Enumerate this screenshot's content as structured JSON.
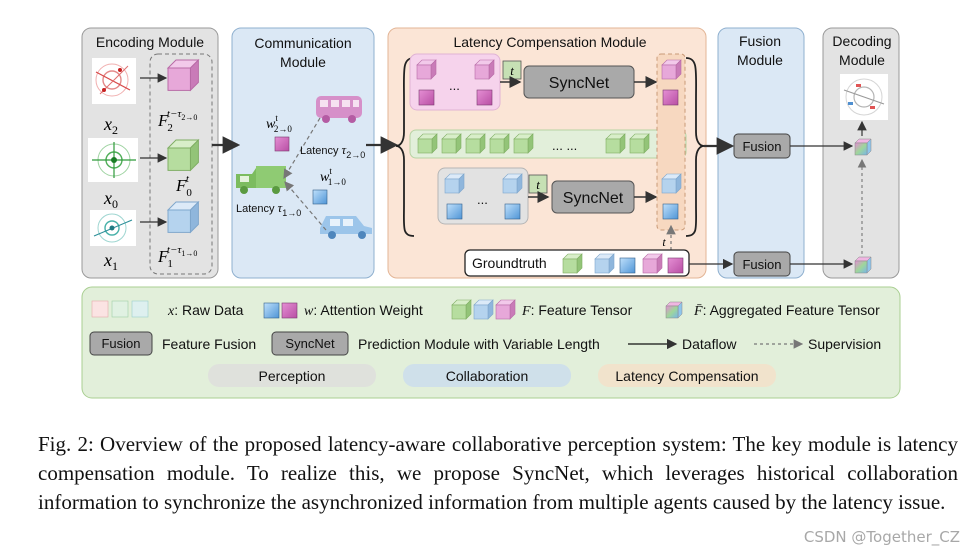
{
  "modules": {
    "encoding": "Encoding Module",
    "communication_line1": "Communication",
    "communication_line2": "Module",
    "latency_comp": "Latency Compensation Module",
    "fusion_line1": "Fusion",
    "fusion_line2": "Module",
    "decoding_line1": "Decoding",
    "decoding_line2": "Module"
  },
  "encoding": {
    "x2_base": "x",
    "x2_sub": "2",
    "x0_base": "x",
    "x0_sub": "0",
    "x1_base": "x",
    "x1_sub": "1",
    "f2_base": "F",
    "f2_sub": "2",
    "f2_sup": "t−τ",
    "f2_sup_sub": "2→0",
    "f0_base": "F",
    "f0_sub": "0",
    "f0_sup": "t",
    "f1_base": "F",
    "f1_sub": "1",
    "f1_sup": "t−τ",
    "f1_sup_sub": "1→0"
  },
  "communication": {
    "w2_base": "w",
    "w2_sup": "t",
    "w2_sub": "2→0",
    "w1_base": "w",
    "w1_sup": "t",
    "w1_sub": "1→0",
    "latency2_word": "Latency",
    "latency2_sym": "τ",
    "latency2_sub": "2→0",
    "latency1_word": "Latency",
    "latency1_sym": "τ",
    "latency1_sub": "1→0"
  },
  "latency_module": {
    "syncnet_label": "SyncNet",
    "ellipsis_short": "...",
    "ellipsis_long": "... ...",
    "t_label": "t",
    "groundtruth": "Groundtruth"
  },
  "fusion": {
    "fusion_label": "Fusion"
  },
  "legend": {
    "raw_data_sym": "x",
    "raw_data_text": ": Raw Data",
    "weight_sym": "w",
    "weight_text": ": Attention Weight",
    "feature_sym": "F",
    "feature_text": ": Feature Tensor",
    "agg_sym": "F̄",
    "agg_text": ": Aggregated Feature Tensor",
    "fusion_box": "Fusion",
    "fusion_desc": "Feature Fusion",
    "syncnet_box": "SyncNet",
    "syncnet_desc": "Prediction Module with Variable Length",
    "dataflow": "Dataflow",
    "supervision": "Supervision",
    "tag_perception": "Perception",
    "tag_collaboration": "Collaboration",
    "tag_latency": "Latency Compensation"
  },
  "caption": "Fig. 2: Overview of the proposed latency-aware collaborative perception system: The key module is latency compensation module. To realize this, we propose SyncNet, which leverages historical collaboration information to synchronize the asynchronized information from multiple agents caused by the latency issue.",
  "watermark": "CSDN @Together_CZ",
  "colors": {
    "encoding_bg": "#e3e3e3",
    "communication_bg": "#dbe8f5",
    "latency_bg": "#fbe5d6",
    "fusion_bg": "#dbe8f5",
    "decoding_bg": "#e3e3e3",
    "legend_bg": "#e2efda",
    "feature_pink": "#e7a8d9",
    "feature_green": "#b6dd9f",
    "feature_blue": "#b5d3ee",
    "box_gray": "#a9a9a9"
  }
}
